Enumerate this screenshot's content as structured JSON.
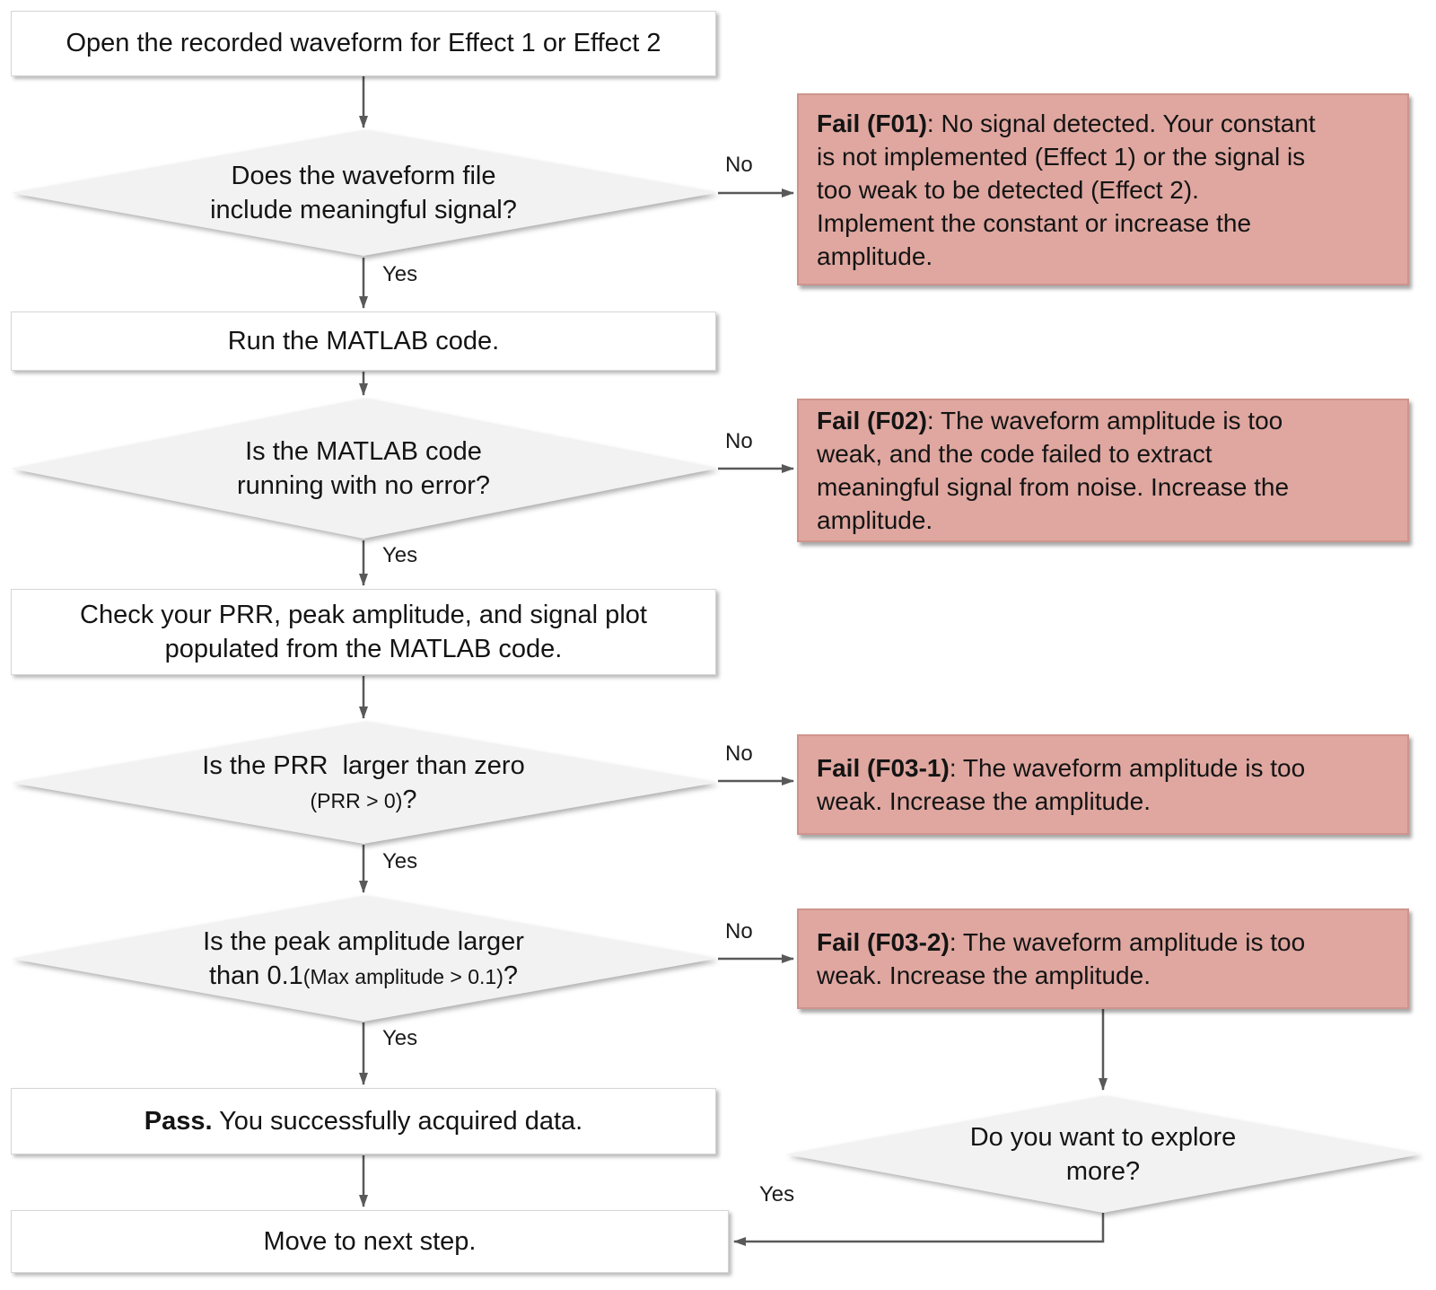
{
  "colors": {
    "fail_bg": "#dfa7a0",
    "shape_bg": "#ffffff",
    "diamond_bg": "#f2f2f2",
    "border": "#d6d6d6",
    "arrow": "#595959"
  },
  "labels": {
    "yes": "Yes",
    "no": "No"
  },
  "nodes": {
    "start": {
      "label": "Open the recorded waveform for Effect 1 or Effect 2"
    },
    "q_signal": {
      "lines": [
        "Does the waveform file",
        "include meaningful signal?"
      ]
    },
    "fail_f01": {
      "bold": "Fail (F01)",
      "line1_rest": ": No signal detected. Your constant",
      "rest": [
        "is not implemented (Effect 1) or the signal is",
        "too weak to be detected (Effect 2).",
        "Implement the constant or increase the",
        "amplitude."
      ]
    },
    "run": {
      "label": "Run the MATLAB code."
    },
    "q_error": {
      "lines": [
        "Is the MATLAB code",
        "running with no error?"
      ]
    },
    "fail_f02": {
      "bold": "Fail (F02)",
      "line1_rest": ": The waveform amplitude is too",
      "rest": [
        "weak, and the code failed to extract",
        "meaningful signal from noise. Increase the",
        "amplitude."
      ]
    },
    "check": {
      "lines": [
        "Check your PRR, peak amplitude, and signal plot",
        "populated from the MATLAB code."
      ]
    },
    "q_prr": {
      "line1": "Is the PRR  larger than zero",
      "line2_small": "(PRR > 0)",
      "line2_suffix": "?"
    },
    "fail_f03_1": {
      "bold": "Fail (F03-1)",
      "line1_rest": ": The waveform amplitude is too",
      "rest": [
        "weak. Increase the amplitude."
      ]
    },
    "q_amp": {
      "line1": "Is the peak amplitude larger",
      "line2_prefix": "than 0.1",
      "line2_small": "(Max amplitude > 0.1)",
      "line2_suffix": "?"
    },
    "fail_f03_2": {
      "bold": "Fail (F03-2)",
      "line1_rest": ": The waveform amplitude is too",
      "rest": [
        "weak. Increase the amplitude."
      ]
    },
    "pass": {
      "bold": "Pass.",
      "text": " You successfully acquired data."
    },
    "q_explore": {
      "lines": [
        "Do you want to explore",
        "more?"
      ]
    },
    "next": {
      "label": "Move to next step."
    }
  }
}
